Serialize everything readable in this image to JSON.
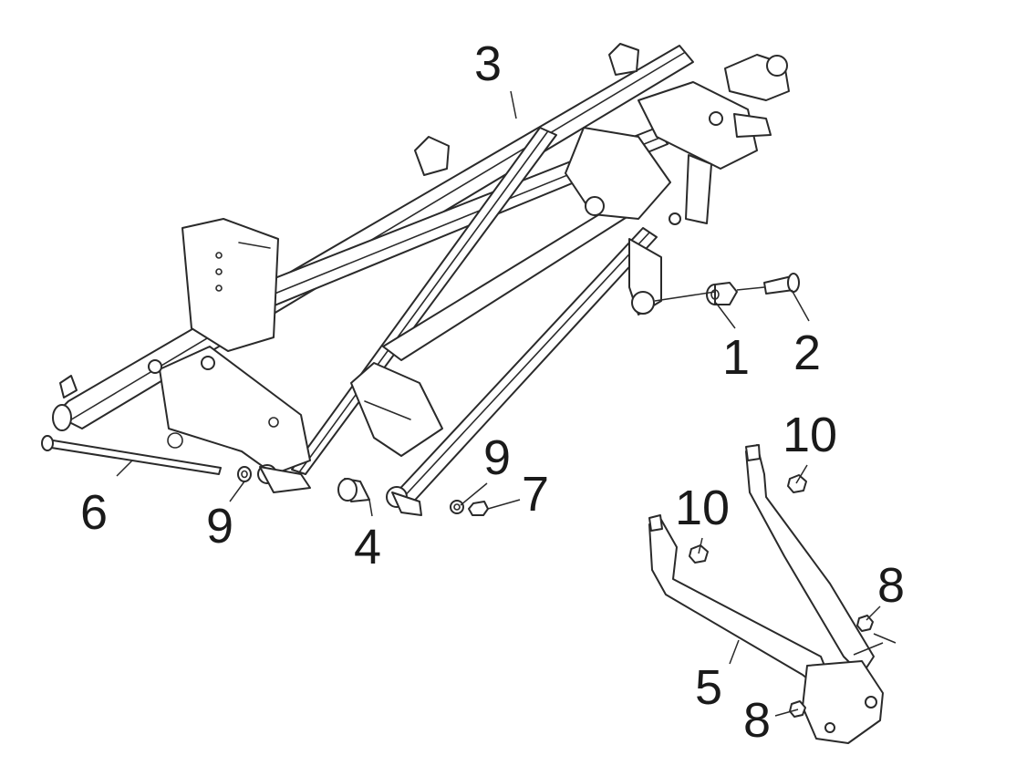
{
  "callouts": {
    "c1": "1",
    "c2": "2",
    "c3": "3",
    "c4": "4",
    "c5": "5",
    "c6": "6",
    "c7": "7",
    "c8a": "8",
    "c8b": "8",
    "c9a": "9",
    "c9b": "9",
    "c10a": "10",
    "c10b": "10"
  }
}
